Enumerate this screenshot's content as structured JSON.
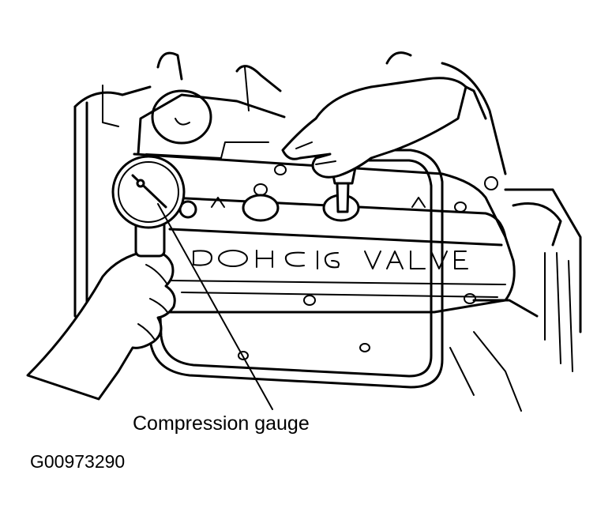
{
  "callout": {
    "label": "Compression gauge"
  },
  "figure": {
    "id": "G00973290"
  },
  "cover_lettering": "DOHC 16 VALVE",
  "colors": {
    "line": "#000000",
    "background": "#ffffff"
  }
}
